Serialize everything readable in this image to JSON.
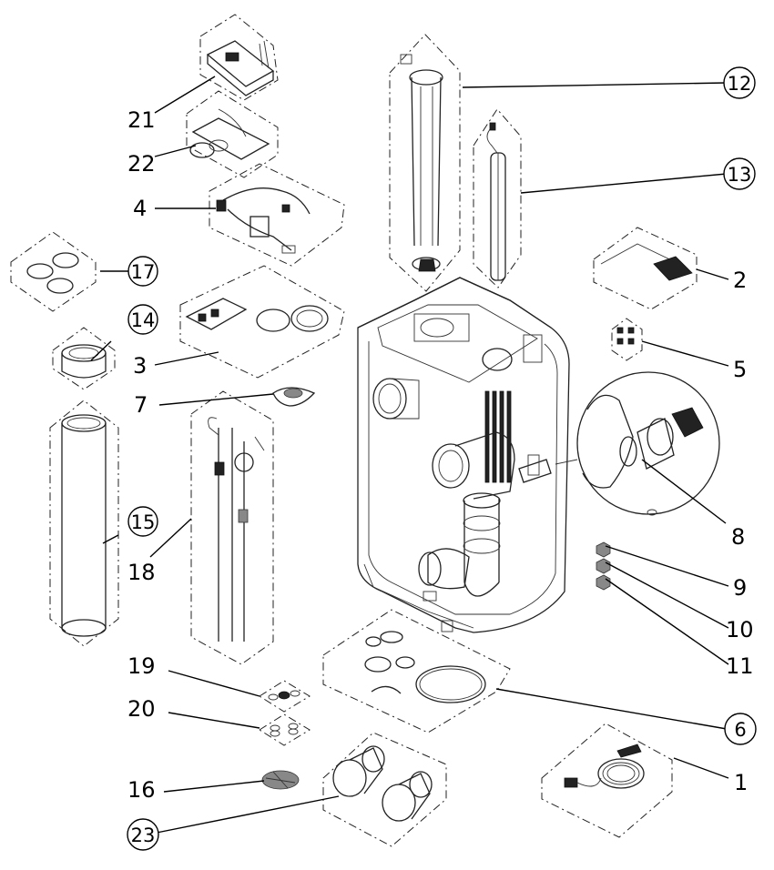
{
  "labels": {
    "l1": "1",
    "l2": "2",
    "l3": "3",
    "l4": "4",
    "l5": "5",
    "l6": "6",
    "l7": "7",
    "l8": "8",
    "l9": "9",
    "l10": "10",
    "l11": "11",
    "l12": "12",
    "l13": "13",
    "l14": "14",
    "l15": "15",
    "l16": "16",
    "l17": "17",
    "l18": "18",
    "l19": "19",
    "l20": "20",
    "l21": "21",
    "l22": "22",
    "l23": "23"
  },
  "colors": {
    "line": "#222222",
    "background": "#ffffff"
  }
}
